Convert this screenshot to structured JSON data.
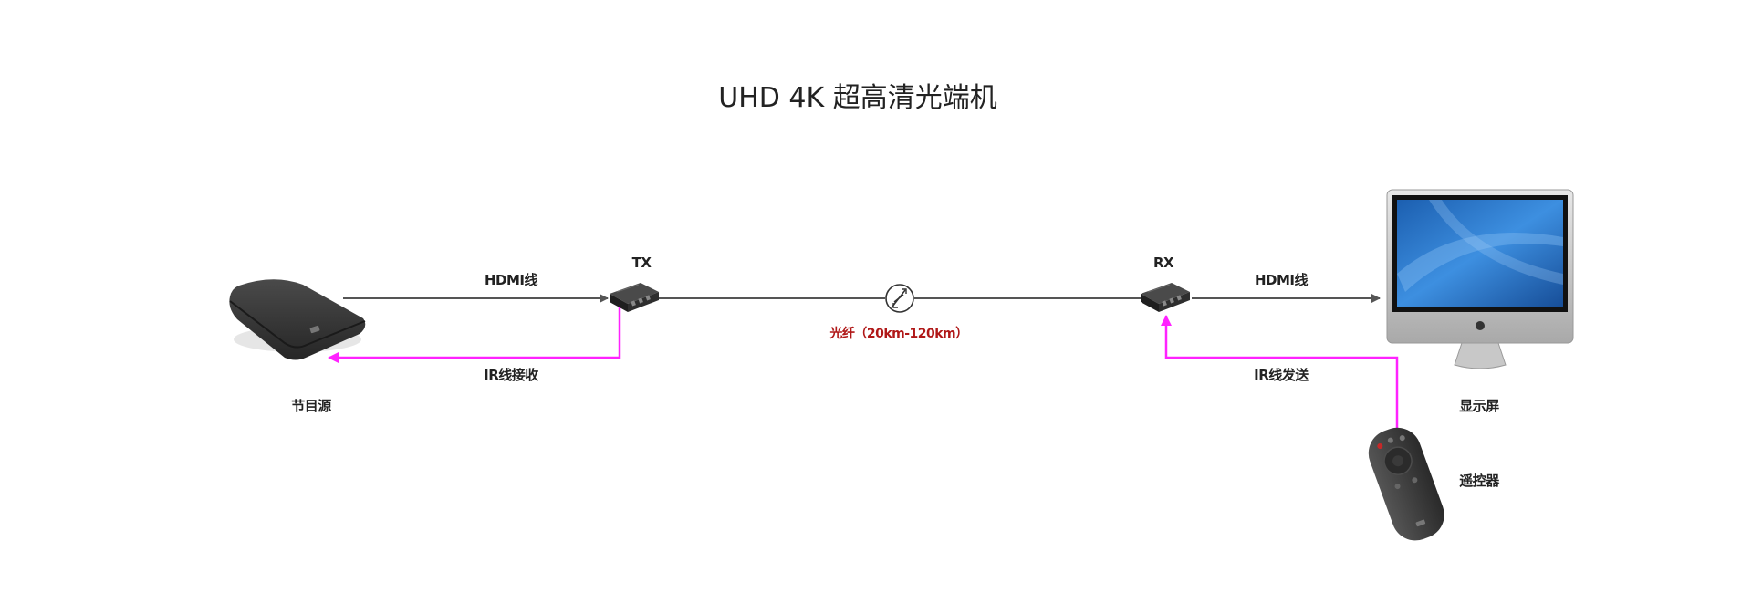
{
  "title": "UHD 4K 超高清光端机",
  "devices": {
    "source": {
      "label": "节目源"
    },
    "tx": {
      "label": "TX"
    },
    "rx": {
      "label": "RX"
    },
    "display": {
      "label": "显示屏"
    },
    "remote": {
      "label": "遥控器"
    }
  },
  "links": {
    "hdmi_in": {
      "label": "HDMI线"
    },
    "ir_receive": {
      "label": "IR线接收"
    },
    "fiber": {
      "label": "光纤（20km-120km）"
    },
    "hdmi_out": {
      "label": "HDMI线"
    },
    "ir_send": {
      "label": "IR线发送"
    }
  },
  "colors": {
    "line": "#555555",
    "ir_line": "#ff22ff",
    "fiber_label": "#b01818",
    "device_dark": "#3a3a3a",
    "screen_blue": "#2f7fd0"
  }
}
